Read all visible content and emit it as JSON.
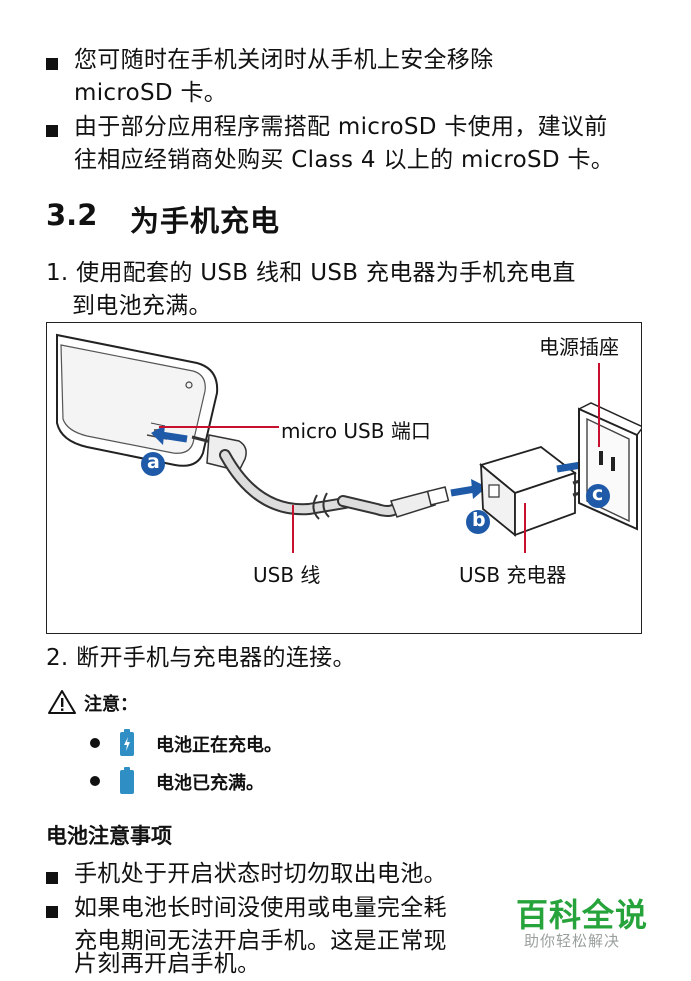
{
  "bullets_top": [
    {
      "line1": "您可随时在手机关闭时从手机上安全移除",
      "line2": "microSD 卡。"
    },
    {
      "line1": "由于部分应用程序需搭配 microSD 卡使用，建议前",
      "line2": "往相应经销商处购买 Class 4 以上的 microSD 卡。"
    }
  ],
  "section": {
    "number": "3.2",
    "title": "为手机充电"
  },
  "step1": {
    "line1": "1. 使用配套的 USB 线和 USB 充电器为手机充电直",
    "line2": "到电池充满。"
  },
  "figure": {
    "label_socket": "电源插座",
    "label_port": "micro USB 端口",
    "label_cable": "USB 线",
    "label_charger": "USB 充电器",
    "marker_a": "a",
    "marker_b": "b",
    "marker_c": "c",
    "accent_color": "#1e5aa8"
  },
  "step2": "2. 断开手机与充电器的连接。",
  "note": {
    "title": "注意：",
    "items": [
      "电池正在充电。",
      "电池已充满。"
    ]
  },
  "battery_section": {
    "title": "电池注意事项",
    "items": [
      {
        "line1": "手机处于开启状态时切勿取出电池。"
      },
      {
        "line1": "如果电池长时间没使用或电量完全耗",
        "line2": "充电期间无法开启手机。这是正常现",
        "line3": "片刻再开启手机。"
      }
    ]
  },
  "watermark": {
    "title": "百科全说",
    "subtitle": "助你轻松解决"
  }
}
